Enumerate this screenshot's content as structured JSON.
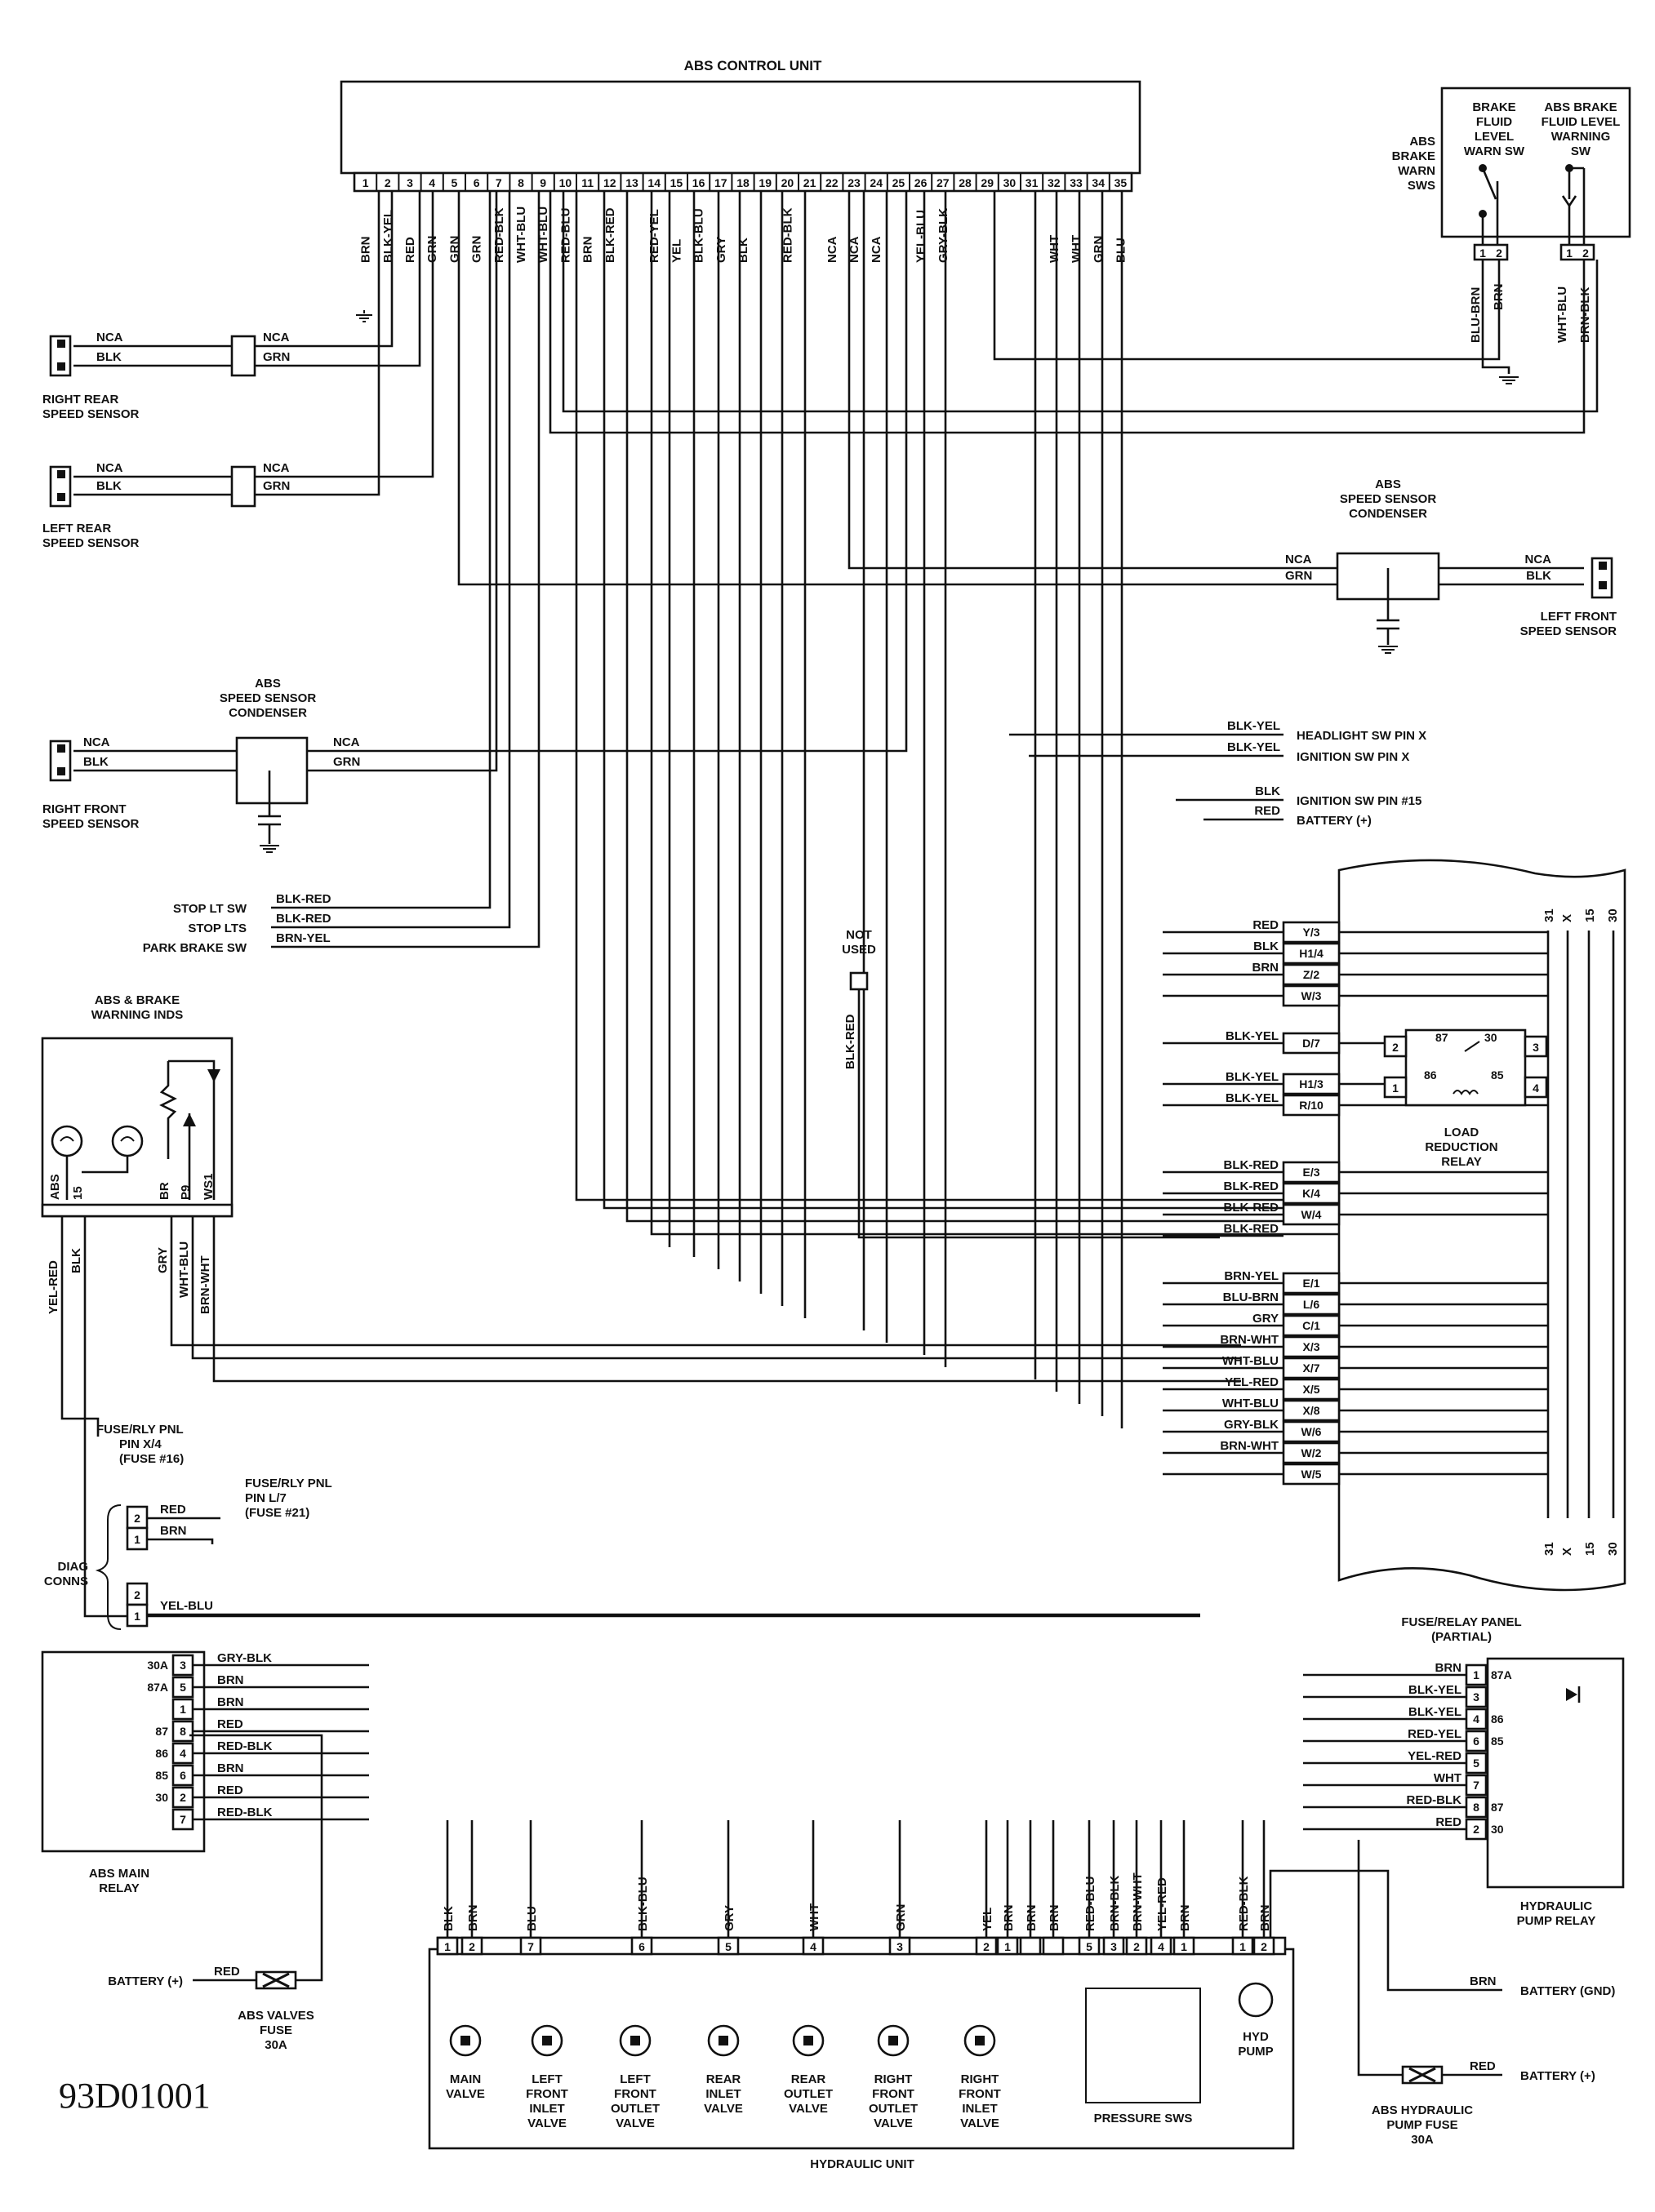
{
  "diagram_code": "93D01001",
  "control_unit": {
    "title": "ABS CONTROL UNIT",
    "pins": [
      "1",
      "2",
      "3",
      "4",
      "5",
      "6",
      "7",
      "8",
      "9",
      "10",
      "11",
      "12",
      "13",
      "14",
      "15",
      "16",
      "17",
      "18",
      "19",
      "20",
      "21",
      "22",
      "23",
      "24",
      "25",
      "26",
      "27",
      "28",
      "29",
      "30",
      "31",
      "32",
      "33",
      "34",
      "35"
    ],
    "pin_wires": [
      {
        "pin": "1",
        "color": "BRN"
      },
      {
        "pin": "2",
        "color": "BLK-YEL"
      },
      {
        "pin": "3",
        "color": "RED"
      },
      {
        "pin": "4",
        "color": "GRN"
      },
      {
        "pin": "5",
        "color": "GRN"
      },
      {
        "pin": "6",
        "color": "GRN"
      },
      {
        "pin": "7",
        "color": "RED-BLK"
      },
      {
        "pin": "8",
        "color": "WHT-BLU"
      },
      {
        "pin": "9",
        "color": "WHT-BLU"
      },
      {
        "pin": "10",
        "color": "RED-BLU"
      },
      {
        "pin": "11",
        "color": "BRN"
      },
      {
        "pin": "12",
        "color": "BLK-RED"
      },
      {
        "pin": "14",
        "color": "RED-YEL"
      },
      {
        "pin": "15",
        "color": "YEL"
      },
      {
        "pin": "16",
        "color": "BLK-BLU"
      },
      {
        "pin": "17",
        "color": "GRY"
      },
      {
        "pin": "18",
        "color": "BLK"
      },
      {
        "pin": "20",
        "color": "RED-BLK"
      },
      {
        "pin": "22",
        "color": "NCA"
      },
      {
        "pin": "23",
        "color": "NCA"
      },
      {
        "pin": "24",
        "color": "NCA"
      },
      {
        "pin": "26",
        "color": "YEL-BLU"
      },
      {
        "pin": "27",
        "color": "GRY-BLK"
      },
      {
        "pin": "32",
        "color": "WHT"
      },
      {
        "pin": "33",
        "color": "WHT"
      },
      {
        "pin": "34",
        "color": "GRN"
      },
      {
        "pin": "35",
        "color": "BLU"
      }
    ]
  },
  "warn_switches": {
    "side_label": [
      "ABS",
      "BRAKE",
      "WARN",
      "SWS"
    ],
    "left_label": [
      "BRAKE",
      "FLUID",
      "LEVEL",
      "WARN SW"
    ],
    "right_label": [
      "ABS BRAKE",
      "FLUID LEVEL",
      "WARNING",
      "SW"
    ],
    "pins": [
      "1",
      "2",
      "1",
      "2"
    ],
    "wires": [
      "BLU-BRN",
      "BRN",
      "WHT-BLU",
      "BRN-BLK"
    ]
  },
  "sensors": {
    "right_rear": {
      "label": [
        "RIGHT REAR",
        "SPEED SENSOR"
      ],
      "wires": [
        "NCA",
        "BLK",
        "NCA",
        "GRN"
      ]
    },
    "left_rear": {
      "label": [
        "LEFT REAR",
        "SPEED SENSOR"
      ],
      "wires": [
        "NCA",
        "BLK",
        "NCA",
        "GRN"
      ]
    },
    "left_front": {
      "label": [
        "LEFT FRONT",
        "SPEED SENSOR"
      ],
      "wires": [
        "NCA",
        "GRN",
        "NCA",
        "BLK"
      ]
    },
    "right_front": {
      "label": [
        "RIGHT FRONT",
        "SPEED SENSOR"
      ],
      "wires": [
        "NCA",
        "BLK",
        "NCA",
        "GRN"
      ]
    }
  },
  "condensers": {
    "upper": [
      "ABS",
      "SPEED SENSOR",
      "CONDENSER"
    ],
    "lower": [
      "ABS",
      "SPEED SENSOR",
      "CONDENSER"
    ]
  },
  "external_refs": {
    "headlight": {
      "wire": "BLK-YEL",
      "label": "HEADLIGHT SW PIN X"
    },
    "ignition_x": {
      "wire": "BLK-YEL",
      "label": "IGNITION SW PIN X"
    },
    "ignition_15": {
      "wire": "BLK",
      "label": "IGNITION SW PIN #15"
    },
    "battery_top": {
      "wire": "RED",
      "label": "BATTERY (+)"
    },
    "stop_lt_sw": {
      "label": "STOP LT SW",
      "wire": "BLK-RED"
    },
    "stop_lts": {
      "label": "STOP LTS",
      "wire": "BLK-RED"
    },
    "park_brake_sw": {
      "label": "PARK BRAKE SW",
      "wire": "BRN-YEL"
    },
    "not_used": {
      "label": [
        "NOT",
        "USED"
      ],
      "wire": "BLK-RED"
    },
    "fuse_x4": {
      "label": [
        "FUSE/RLY PNL",
        "PIN X/4",
        "(FUSE #16)"
      ]
    },
    "fuse_l7": {
      "label": [
        "FUSE/RLY PNL",
        "PIN L/7",
        "(FUSE #21)"
      ]
    },
    "battery_gnd": {
      "wire": "BRN",
      "label": "BATTERY (GND)"
    },
    "battery_pump": {
      "wire": "RED",
      "label": "BATTERY (+)"
    },
    "battery_valves": {
      "wire": "RED",
      "label": "BATTERY (+)"
    }
  },
  "warning_inds": {
    "title": [
      "ABS & BRAKE",
      "WARNING INDS"
    ],
    "pins": [
      "ABS",
      "15",
      "BR",
      "P9",
      "WS1"
    ],
    "wires": [
      "YEL-RED",
      "BLK",
      "GRY",
      "WHT-BLU",
      "BRN-WHT"
    ]
  },
  "fuse_panel": {
    "title": [
      "FUSE/RELAY PANEL",
      "(PARTIAL)"
    ],
    "bus_labels": [
      "31",
      "X",
      "15",
      "30"
    ],
    "pins": [
      {
        "pin": "Y/3",
        "wire": "RED"
      },
      {
        "pin": "H1/4",
        "wire": "BLK"
      },
      {
        "pin": "Z/2",
        "wire": "BRN"
      },
      {
        "pin": "W/3",
        "wire": ""
      },
      {
        "pin": "D/7",
        "wire": "BLK-YEL"
      },
      {
        "pin": "H1/3",
        "wire": "BLK-YEL"
      },
      {
        "pin": "R/10",
        "wire": "BLK-YEL"
      },
      {
        "pin": "E/3",
        "wire": "BLK-RED"
      },
      {
        "pin": "K/4",
        "wire": "BLK-RED"
      },
      {
        "pin": "W/4",
        "wire": "BLK-RED"
      },
      {
        "pin": "",
        "wire": "BLK-RED"
      },
      {
        "pin": "E/1",
        "wire": "BRN-YEL"
      },
      {
        "pin": "L/6",
        "wire": "BLU-BRN"
      },
      {
        "pin": "C/1",
        "wire": "GRY"
      },
      {
        "pin": "X/3",
        "wire": "BRN-WHT"
      },
      {
        "pin": "X/7",
        "wire": "WHT-BLU"
      },
      {
        "pin": "X/5",
        "wire": "YEL-RED"
      },
      {
        "pin": "X/8",
        "wire": "WHT-BLU"
      },
      {
        "pin": "W/6",
        "wire": "GRY-BLK"
      },
      {
        "pin": "W/2",
        "wire": "BRN-WHT"
      },
      {
        "pin": "W/5",
        "wire": ""
      }
    ]
  },
  "load_relay": {
    "title": [
      "LOAD",
      "REDUCTION",
      "RELAY"
    ],
    "terminals": [
      "87",
      "30",
      "86",
      "85"
    ],
    "pins": [
      "2",
      "3",
      "1",
      "4"
    ]
  },
  "diag": {
    "label": [
      "DIAG",
      "CONNS"
    ],
    "upper": [
      {
        "pin": "2",
        "wire": "RED"
      },
      {
        "pin": "1",
        "wire": "BRN"
      }
    ],
    "lower": [
      {
        "pin": "2",
        "wire": ""
      },
      {
        "pin": "1",
        "wire": "YEL-BLU"
      }
    ]
  },
  "main_relay": {
    "title": [
      "ABS MAIN",
      "RELAY"
    ],
    "rows": [
      {
        "term": "30A",
        "pin": "3",
        "wire": "GRY-BLK"
      },
      {
        "term": "87A",
        "pin": "5",
        "wire": "BRN"
      },
      {
        "term": "",
        "pin": "1",
        "wire": "BRN"
      },
      {
        "term": "87",
        "pin": "8",
        "wire": "RED"
      },
      {
        "term": "86",
        "pin": "4",
        "wire": "RED-BLK"
      },
      {
        "term": "85",
        "pin": "6",
        "wire": "BRN"
      },
      {
        "term": "30",
        "pin": "2",
        "wire": "RED"
      },
      {
        "term": "",
        "pin": "7",
        "wire": "RED-BLK"
      }
    ]
  },
  "pump_relay": {
    "title": [
      "HYDRAULIC",
      "PUMP RELAY"
    ],
    "rows": [
      {
        "term": "87A",
        "pin": "1",
        "wire": "BRN"
      },
      {
        "term": "",
        "pin": "3",
        "wire": "BLK-YEL"
      },
      {
        "term": "86",
        "pin": "4",
        "wire": "BLK-YEL"
      },
      {
        "term": "85",
        "pin": "6",
        "wire": "RED-YEL"
      },
      {
        "term": "",
        "pin": "5",
        "wire": "YEL-RED"
      },
      {
        "term": "",
        "pin": "7",
        "wire": "WHT"
      },
      {
        "term": "87",
        "pin": "8",
        "wire": "RED-BLK"
      },
      {
        "term": "30",
        "pin": "2",
        "wire": "RED"
      }
    ]
  },
  "hydraulic_unit": {
    "title": "HYDRAULIC UNIT",
    "pin_wires": [
      {
        "pin": "1",
        "wire": "BLK"
      },
      {
        "pin": "2",
        "wire": "BRN"
      },
      {
        "pin": "7",
        "wire": "BLU"
      },
      {
        "pin": "6",
        "wire": "BLK-BLU"
      },
      {
        "pin": "5",
        "wire": "GRY"
      },
      {
        "pin": "4",
        "wire": "WHT"
      },
      {
        "pin": "3",
        "wire": "GRN"
      },
      {
        "pin": "2",
        "wire": "YEL"
      },
      {
        "pin": "1",
        "wire": "BRN"
      },
      {
        "pin": "",
        "wire": "BRN"
      },
      {
        "pin": "",
        "wire": "BRN"
      },
      {
        "pin": "5",
        "wire": "RED-BLU"
      },
      {
        "pin": "3",
        "wire": "BRN-BLK"
      },
      {
        "pin": "2",
        "wire": "BRN-WHT"
      },
      {
        "pin": "4",
        "wire": "YEL-RED"
      },
      {
        "pin": "1",
        "wire": "BRN"
      },
      {
        "pin": "1",
        "wire": "RED-BLK"
      },
      {
        "pin": "2",
        "wire": "BRN"
      }
    ],
    "components": [
      [
        "MAIN",
        "VALVE"
      ],
      [
        "LEFT",
        "FRONT",
        "INLET",
        "VALVE"
      ],
      [
        "LEFT",
        "FRONT",
        "OUTLET",
        "VALVE"
      ],
      [
        "REAR",
        "INLET",
        "VALVE"
      ],
      [
        "REAR",
        "OUTLET",
        "VALVE"
      ],
      [
        "RIGHT",
        "FRONT",
        "OUTLET",
        "VALVE"
      ],
      [
        "RIGHT",
        "FRONT",
        "INLET",
        "VALVE"
      ]
    ],
    "pressure_sws": "PRESSURE SWS",
    "pump": [
      "HYD",
      "PUMP"
    ]
  },
  "fuses": {
    "valves": [
      "ABS VALVES",
      "FUSE",
      "30A"
    ],
    "pump": [
      "ABS HYDRAULIC",
      "PUMP FUSE",
      "30A"
    ]
  }
}
